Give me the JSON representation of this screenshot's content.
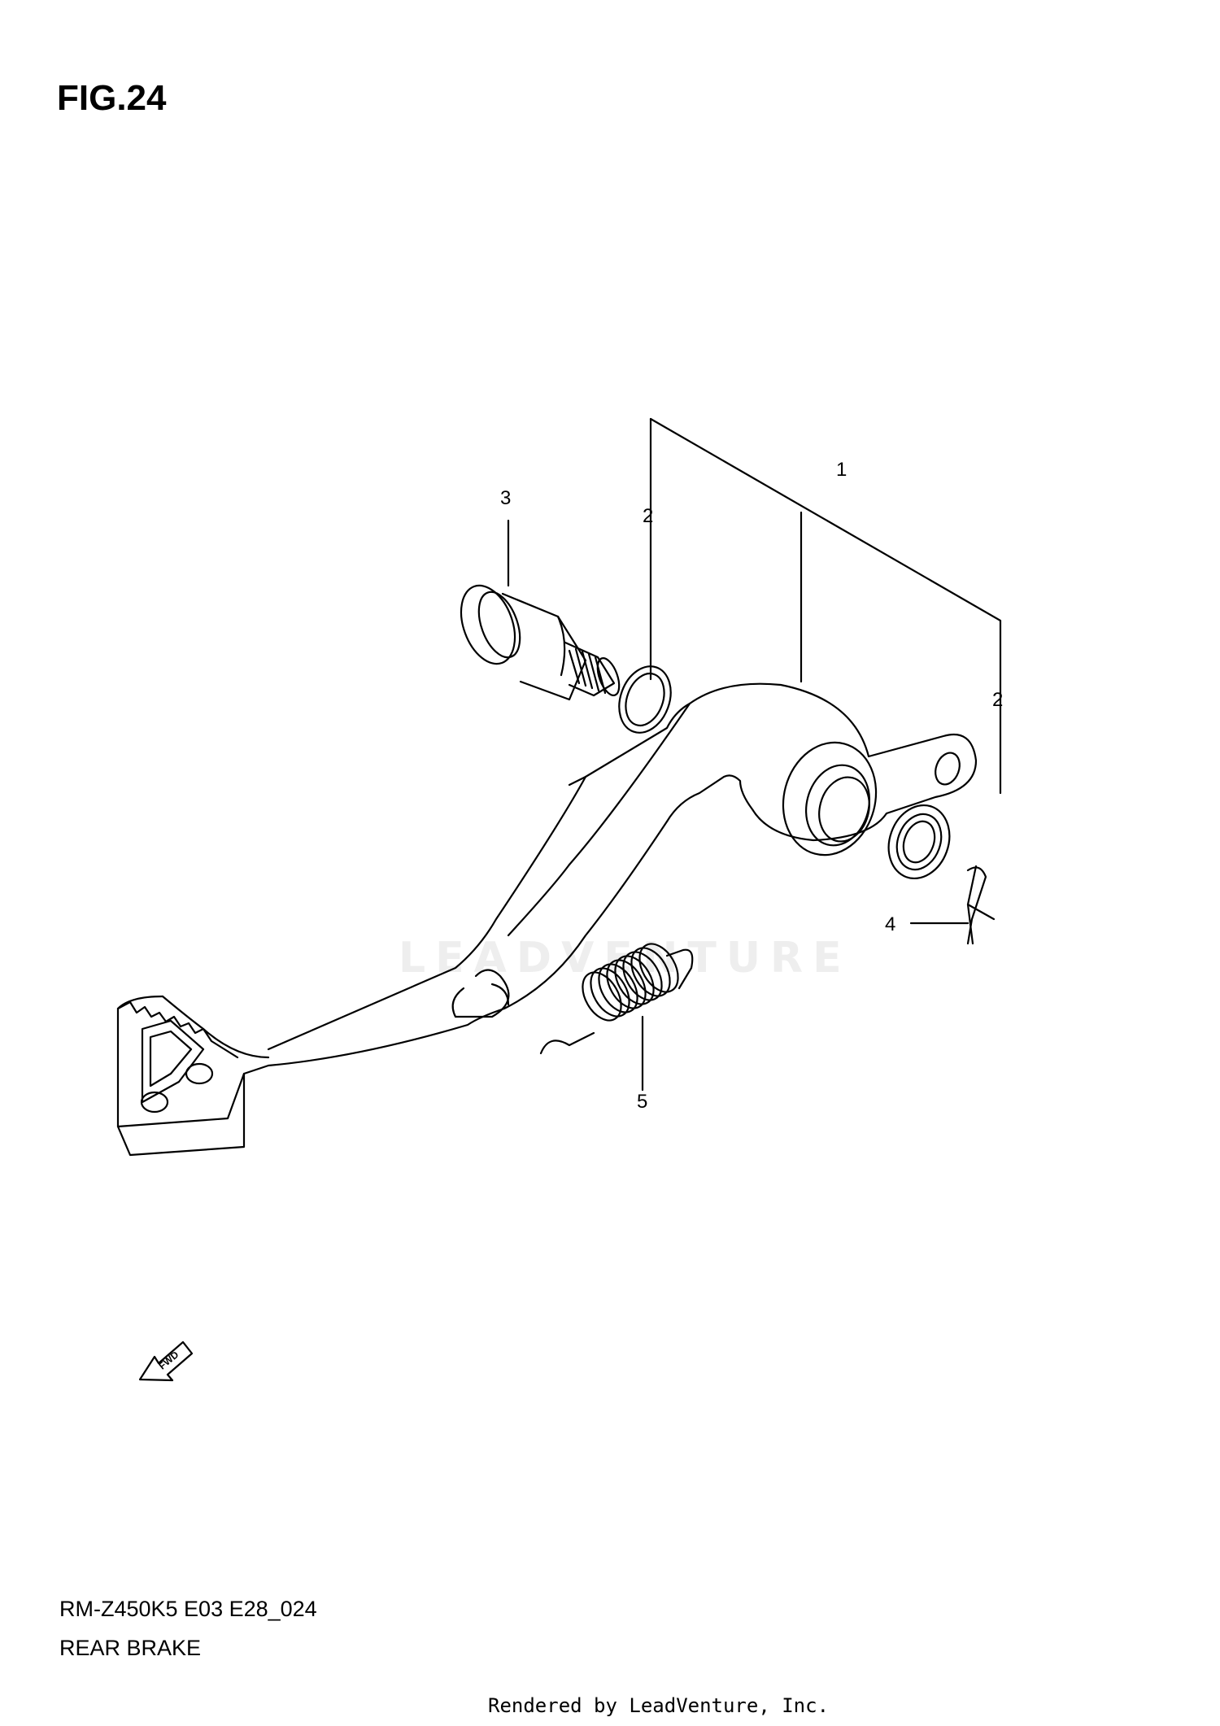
{
  "figure": {
    "title": "FIG.24",
    "model_code": "RM-Z450K5 E03 E28_024",
    "name": "REAR BRAKE",
    "rendered_by": "Rendered by LeadVenture, Inc.",
    "watermark": "LEADVENTURE"
  },
  "callouts": [
    {
      "id": "1",
      "label": "1"
    },
    {
      "id": "2a",
      "label": "2"
    },
    {
      "id": "2b",
      "label": "2"
    },
    {
      "id": "3",
      "label": "3"
    },
    {
      "id": "4",
      "label": "4"
    },
    {
      "id": "5",
      "label": "5"
    }
  ],
  "fwd_indicator": {
    "label": "FWD"
  }
}
